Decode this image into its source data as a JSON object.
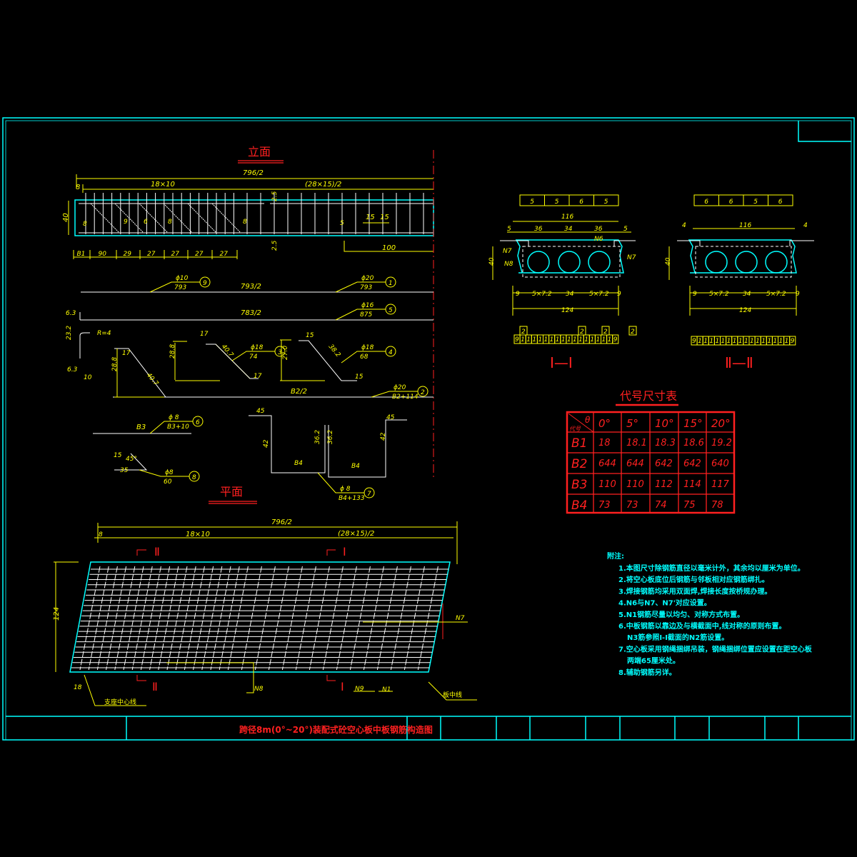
{
  "title_block": {
    "title": "跨径8m(0°~20°)装配式砼空心板中板钢筋构造图"
  },
  "elevation": {
    "title": "立面",
    "total": "796/2",
    "left_span": "18×10",
    "right_span": "(28×15)/2",
    "end_offset": "8",
    "height": "40",
    "cover_top": "2.5",
    "cover_bottom": "2.5",
    "gap_9": "9",
    "gap_6": "6",
    "gap_8a": "8",
    "gap_8b": "8",
    "gap_8c": "8",
    "gap_5": "5",
    "s15a": "15",
    "s15b": "15",
    "len100": "100",
    "bottom_dims": [
      "B1",
      "90",
      "29",
      "27",
      "27",
      "27",
      "27"
    ]
  },
  "bars": [
    {
      "id": "9",
      "dia": "ϕ10",
      "len": "793",
      "shape_label": "793/2"
    },
    {
      "id": "1",
      "dia": "ϕ20",
      "len": "793"
    },
    {
      "id": "5",
      "dia": "ϕ16",
      "len": "875",
      "shape_label": "783/2"
    },
    {
      "id": "3",
      "dia": "ϕ18",
      "len": "74"
    },
    {
      "id": "4",
      "dia": "ϕ18",
      "len": "68"
    },
    {
      "id": "2",
      "dia": "ϕ20",
      "len": "B2+114",
      "shape_label": "B2/2"
    },
    {
      "id": "6",
      "dia": "ϕ 8",
      "len": "B3+10",
      "shape_label": "B3"
    },
    {
      "id": "8",
      "dia": "ϕ8",
      "len": "60"
    },
    {
      "id": "7",
      "dia": "ϕ 8",
      "len": "B4+133"
    }
  ],
  "bar_dims": {
    "hook_63a": "6.3",
    "hook_63b": "6.3",
    "h232": "23.2",
    "r4": "R=4",
    "d10": "10",
    "b2_top": "17",
    "b2_h": "28.8",
    "b2_diag": "40.7",
    "b3_top": "17",
    "b3_h": "28.8",
    "b3_diag": "40.7",
    "b3_bot": "17",
    "b4_top": "15",
    "b4_h": "27.0",
    "b4_diag": "38.2",
    "b4_bot": "15",
    "b8_15": "15",
    "b8_45": "45°",
    "b8_35": "35",
    "b7_45a": "45",
    "b7_45b": "45",
    "b7_42a": "42",
    "b7_42b": "42",
    "b7_362a": "36.2",
    "b7_362b": "36.2",
    "b7_B4a": "B4",
    "b7_B4b": "B4"
  },
  "section1": {
    "title": "Ⅰ—Ⅰ",
    "top_boxes": [
      "5",
      "5",
      "6",
      "5"
    ],
    "w116": "116",
    "l5": "5",
    "r5": "5",
    "d36a": "36",
    "d34": "34",
    "d36b": "36",
    "N6": "N6",
    "N7a": "N7",
    "N8": "N8",
    "N7b": "N7",
    "h40": "40",
    "b9a": "9",
    "b57a": "5×7.2",
    "b34": "34",
    "b57b": "5×7.2",
    "b9b": "9",
    "w124": "124",
    "top_ids": [
      "2",
      "2",
      "2",
      "2"
    ],
    "bottom_ids": [
      "9",
      "1",
      "1",
      "1",
      "1",
      "1",
      "1",
      "1",
      "1",
      "1",
      "1",
      "1",
      "1",
      "1",
      "1",
      "1",
      "1",
      "9"
    ]
  },
  "section2": {
    "title": "Ⅱ—Ⅱ",
    "top_boxes": [
      "6",
      "6",
      "5",
      "6"
    ],
    "w116": "116",
    "l4": "4",
    "r4": "4",
    "h40": "40",
    "b9a": "9",
    "b57a": "5×7.2",
    "b34": "34",
    "b57b": "5×7.2",
    "b9b": "9",
    "w124": "124",
    "bottom_ids": [
      "9",
      "1",
      "1",
      "1",
      "1",
      "1",
      "1",
      "1",
      "1",
      "1",
      "1",
      "1",
      "1",
      "1",
      "1",
      "1",
      "1",
      "9"
    ]
  },
  "table": {
    "title": "代号尺寸表",
    "corner_theta": "θ",
    "corner_code": "代号",
    "headers": [
      "0°",
      "5°",
      "10°",
      "15°",
      "20°"
    ],
    "rows": [
      {
        "code": "B1",
        "values": [
          "18",
          "18.1",
          "18.3",
          "18.6",
          "19.2"
        ]
      },
      {
        "code": "B2",
        "values": [
          "644",
          "644",
          "642",
          "642",
          "640"
        ]
      },
      {
        "code": "B3",
        "values": [
          "110",
          "110",
          "112",
          "114",
          "117"
        ]
      },
      {
        "code": "B4",
        "values": [
          "73",
          "73",
          "74",
          "75",
          "78"
        ]
      }
    ]
  },
  "plan": {
    "title": "平面",
    "total": "796/2",
    "end_offset": "8",
    "left_span": "18×10",
    "right_span": "(28×15)/2",
    "width": "124",
    "sec2_top": "Ⅱ",
    "sec1_top": "Ⅰ",
    "sec2_bot": "Ⅱ",
    "sec1_bot": "Ⅰ",
    "N7": "N7",
    "N8": "N8",
    "N9": "N9",
    "N1": "N1",
    "d18": "18",
    "support_cl": "支座中心线",
    "plate_cl": "板中线"
  },
  "notes": {
    "title": "附注:",
    "lines": [
      "1.本图尺寸除钢筋直径以毫米计外，其余均以厘米为单位。",
      "2.将空心板底位后钢筋与邻板相对应钢筋绑扎。",
      "3.焊接钢筋均采用双面焊,焊接长度按桥规办理。",
      "4.N6与N7、N7'对应设置。",
      "5.N1钢筋尽量以均匀、对称方式布置。",
      "6.中板钢筋以靠边及与横截面中,线对称的原则布置。",
      "N3筋参照Ⅰ-Ⅰ截面的N2筋设置。",
      "7.空心板采用钢绳捆绑吊装，钢绳捆绑位置应设置在距空心板",
      "两端65厘米处。",
      "8.辅助钢筋另详。"
    ]
  }
}
